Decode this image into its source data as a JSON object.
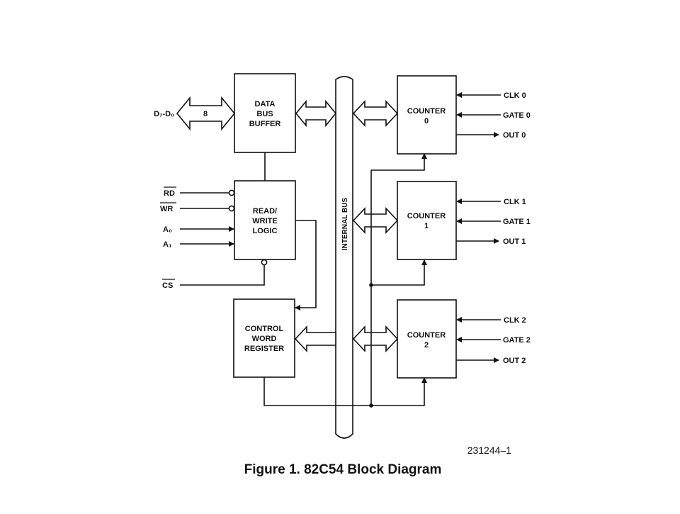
{
  "figure": {
    "reference_number": "231244–1",
    "caption": "Figure 1. 82C54 Block Diagram"
  },
  "data_bus": {
    "port_label": "D₇-D₀",
    "width_label": "8"
  },
  "blocks": {
    "data_bus_buffer": [
      "DATA",
      "BUS",
      "BUFFER"
    ],
    "read_write_logic": [
      "READ/",
      "WRITE",
      "LOGIC"
    ],
    "control_word_register": [
      "CONTROL",
      "WORD",
      "REGISTER"
    ]
  },
  "internal_bus_label": "INTERNAL BUS",
  "control_inputs": {
    "rd": "RD",
    "wr": "WR",
    "a0": "A₀",
    "a1": "A₁",
    "cs": "CS"
  },
  "counters": [
    {
      "title": "COUNTER",
      "index": "0",
      "clk": "CLK 0",
      "gate": "GATE 0",
      "out": "OUT 0"
    },
    {
      "title": "COUNTER",
      "index": "1",
      "clk": "CLK 1",
      "gate": "GATE 1",
      "out": "OUT 1"
    },
    {
      "title": "COUNTER",
      "index": "2",
      "clk": "CLK 2",
      "gate": "GATE 2",
      "out": "OUT 2"
    }
  ]
}
